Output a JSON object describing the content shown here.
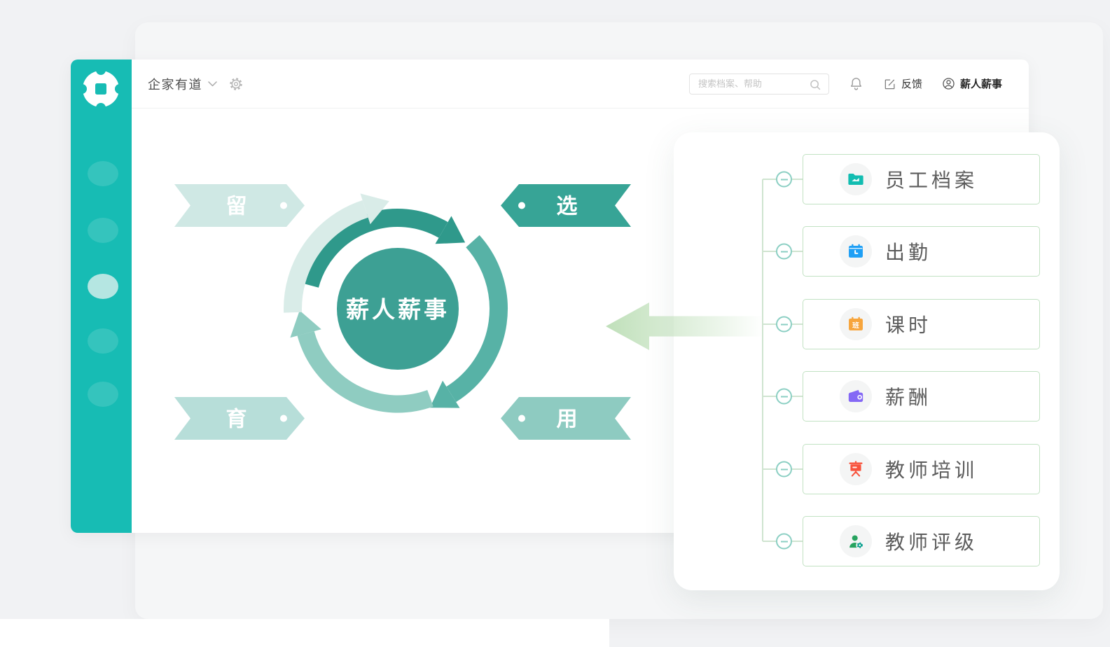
{
  "header": {
    "app_switcher": "企家有道",
    "search_placeholder": "搜索档案、帮助",
    "feedback_label": "反馈",
    "user_name": "薪人薪事"
  },
  "sidebar": {
    "nav_items": [
      {
        "active": false
      },
      {
        "active": false
      },
      {
        "active": true
      },
      {
        "active": false
      },
      {
        "active": false
      }
    ]
  },
  "diagram": {
    "center_label": "薪人薪事",
    "center_color": "#3da094",
    "stages": [
      {
        "label": "留",
        "position": "top-left",
        "color": "#cfe8e4"
      },
      {
        "label": "选",
        "position": "top-right",
        "color": "#37a496"
      },
      {
        "label": "育",
        "position": "bottom-left",
        "color": "#b7ded9"
      },
      {
        "label": "用",
        "position": "bottom-right",
        "color": "#8ecbc1"
      }
    ]
  },
  "module_tree": {
    "items": [
      {
        "label": "员工档案",
        "icon": "employee-archive-folder-icon",
        "icon_color": "#12bdb1"
      },
      {
        "label": "出勤",
        "icon": "attendance-calendar-icon",
        "icon_color": "#1e9ff5"
      },
      {
        "label": "课时",
        "icon": "class-hours-calendar-icon",
        "icon_color": "#f7a53c",
        "icon_badge": "班"
      },
      {
        "label": "薪酬",
        "icon": "payroll-wallet-icon",
        "icon_color": "#8468f5"
      },
      {
        "label": "教师培训",
        "icon": "teacher-training-board-icon",
        "icon_color": "#f8533d"
      },
      {
        "label": "教师评级",
        "icon": "teacher-rating-person-icon",
        "icon_color": "#27a35f"
      }
    ]
  },
  "colors": {
    "brand_teal": "#17bcb4",
    "sidebar_active_dot": "#b5e6e2",
    "arrow_green": "#bcdeb6",
    "tree_line_green": "#cfe4d0",
    "card_border_green": "#c2e2c3"
  }
}
